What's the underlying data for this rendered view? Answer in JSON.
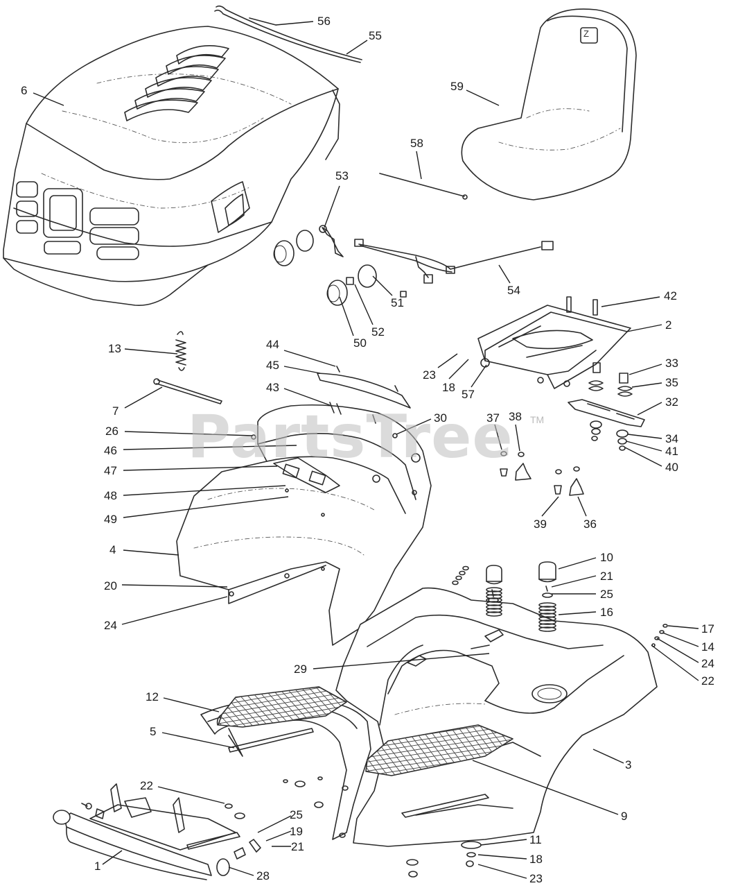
{
  "watermark": {
    "text": "PartsTree",
    "tm": "TM"
  },
  "seat_logo": "Z",
  "callouts": [
    {
      "id": "56",
      "label": "56"
    },
    {
      "id": "55",
      "label": "55"
    },
    {
      "id": "6",
      "label": "6"
    },
    {
      "id": "59",
      "label": "59"
    },
    {
      "id": "58",
      "label": "58"
    },
    {
      "id": "53",
      "label": "53"
    },
    {
      "id": "54",
      "label": "54"
    },
    {
      "id": "51",
      "label": "51"
    },
    {
      "id": "52",
      "label": "52"
    },
    {
      "id": "50",
      "label": "50"
    },
    {
      "id": "42",
      "label": "42"
    },
    {
      "id": "2",
      "label": "2"
    },
    {
      "id": "13",
      "label": "13"
    },
    {
      "id": "44",
      "label": "44"
    },
    {
      "id": "45",
      "label": "45"
    },
    {
      "id": "23a",
      "label": "23"
    },
    {
      "id": "18a",
      "label": "18"
    },
    {
      "id": "57",
      "label": "57"
    },
    {
      "id": "33",
      "label": "33"
    },
    {
      "id": "35",
      "label": "35"
    },
    {
      "id": "7",
      "label": "7"
    },
    {
      "id": "43",
      "label": "43"
    },
    {
      "id": "32",
      "label": "32"
    },
    {
      "id": "26",
      "label": "26"
    },
    {
      "id": "30",
      "label": "30"
    },
    {
      "id": "37",
      "label": "37"
    },
    {
      "id": "38",
      "label": "38"
    },
    {
      "id": "34",
      "label": "34"
    },
    {
      "id": "46",
      "label": "46"
    },
    {
      "id": "41",
      "label": "41"
    },
    {
      "id": "47",
      "label": "47"
    },
    {
      "id": "40",
      "label": "40"
    },
    {
      "id": "48",
      "label": "48"
    },
    {
      "id": "49",
      "label": "49"
    },
    {
      "id": "39",
      "label": "39"
    },
    {
      "id": "36",
      "label": "36"
    },
    {
      "id": "4",
      "label": "4"
    },
    {
      "id": "10",
      "label": "10"
    },
    {
      "id": "21a",
      "label": "21"
    },
    {
      "id": "20",
      "label": "20"
    },
    {
      "id": "25a",
      "label": "25"
    },
    {
      "id": "16",
      "label": "16"
    },
    {
      "id": "24a",
      "label": "24"
    },
    {
      "id": "17",
      "label": "17"
    },
    {
      "id": "14",
      "label": "14"
    },
    {
      "id": "24b",
      "label": "24"
    },
    {
      "id": "29",
      "label": "29"
    },
    {
      "id": "22a",
      "label": "22"
    },
    {
      "id": "12",
      "label": "12"
    },
    {
      "id": "5",
      "label": "5"
    },
    {
      "id": "3",
      "label": "3"
    },
    {
      "id": "22b",
      "label": "22"
    },
    {
      "id": "9",
      "label": "9"
    },
    {
      "id": "25b",
      "label": "25"
    },
    {
      "id": "19",
      "label": "19"
    },
    {
      "id": "21b",
      "label": "21"
    },
    {
      "id": "11",
      "label": "11"
    },
    {
      "id": "1",
      "label": "1"
    },
    {
      "id": "18b",
      "label": "18"
    },
    {
      "id": "28",
      "label": "28"
    },
    {
      "id": "23b",
      "label": "23"
    }
  ]
}
